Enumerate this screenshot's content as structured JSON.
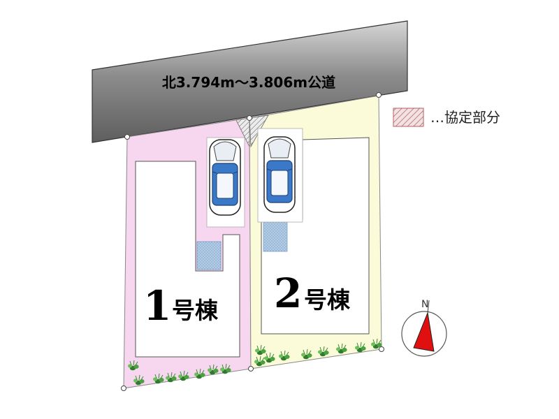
{
  "road": {
    "label": "北3.794m～3.806m公道"
  },
  "legend": {
    "text": "…協定部分"
  },
  "buildings": [
    {
      "number": "1",
      "suffix": "号棟"
    },
    {
      "number": "2",
      "suffix": "号棟"
    }
  ],
  "compass": {
    "label": "N"
  },
  "colors": {
    "road": "#8c8c8c",
    "lot1": "#f7d6f0",
    "lot2": "#fbfbd9",
    "agreement_hatch": "#c07070",
    "parking_pad": "#a8c8e8",
    "car_body": "#3a78c8",
    "north_arrow": "#e01010"
  }
}
